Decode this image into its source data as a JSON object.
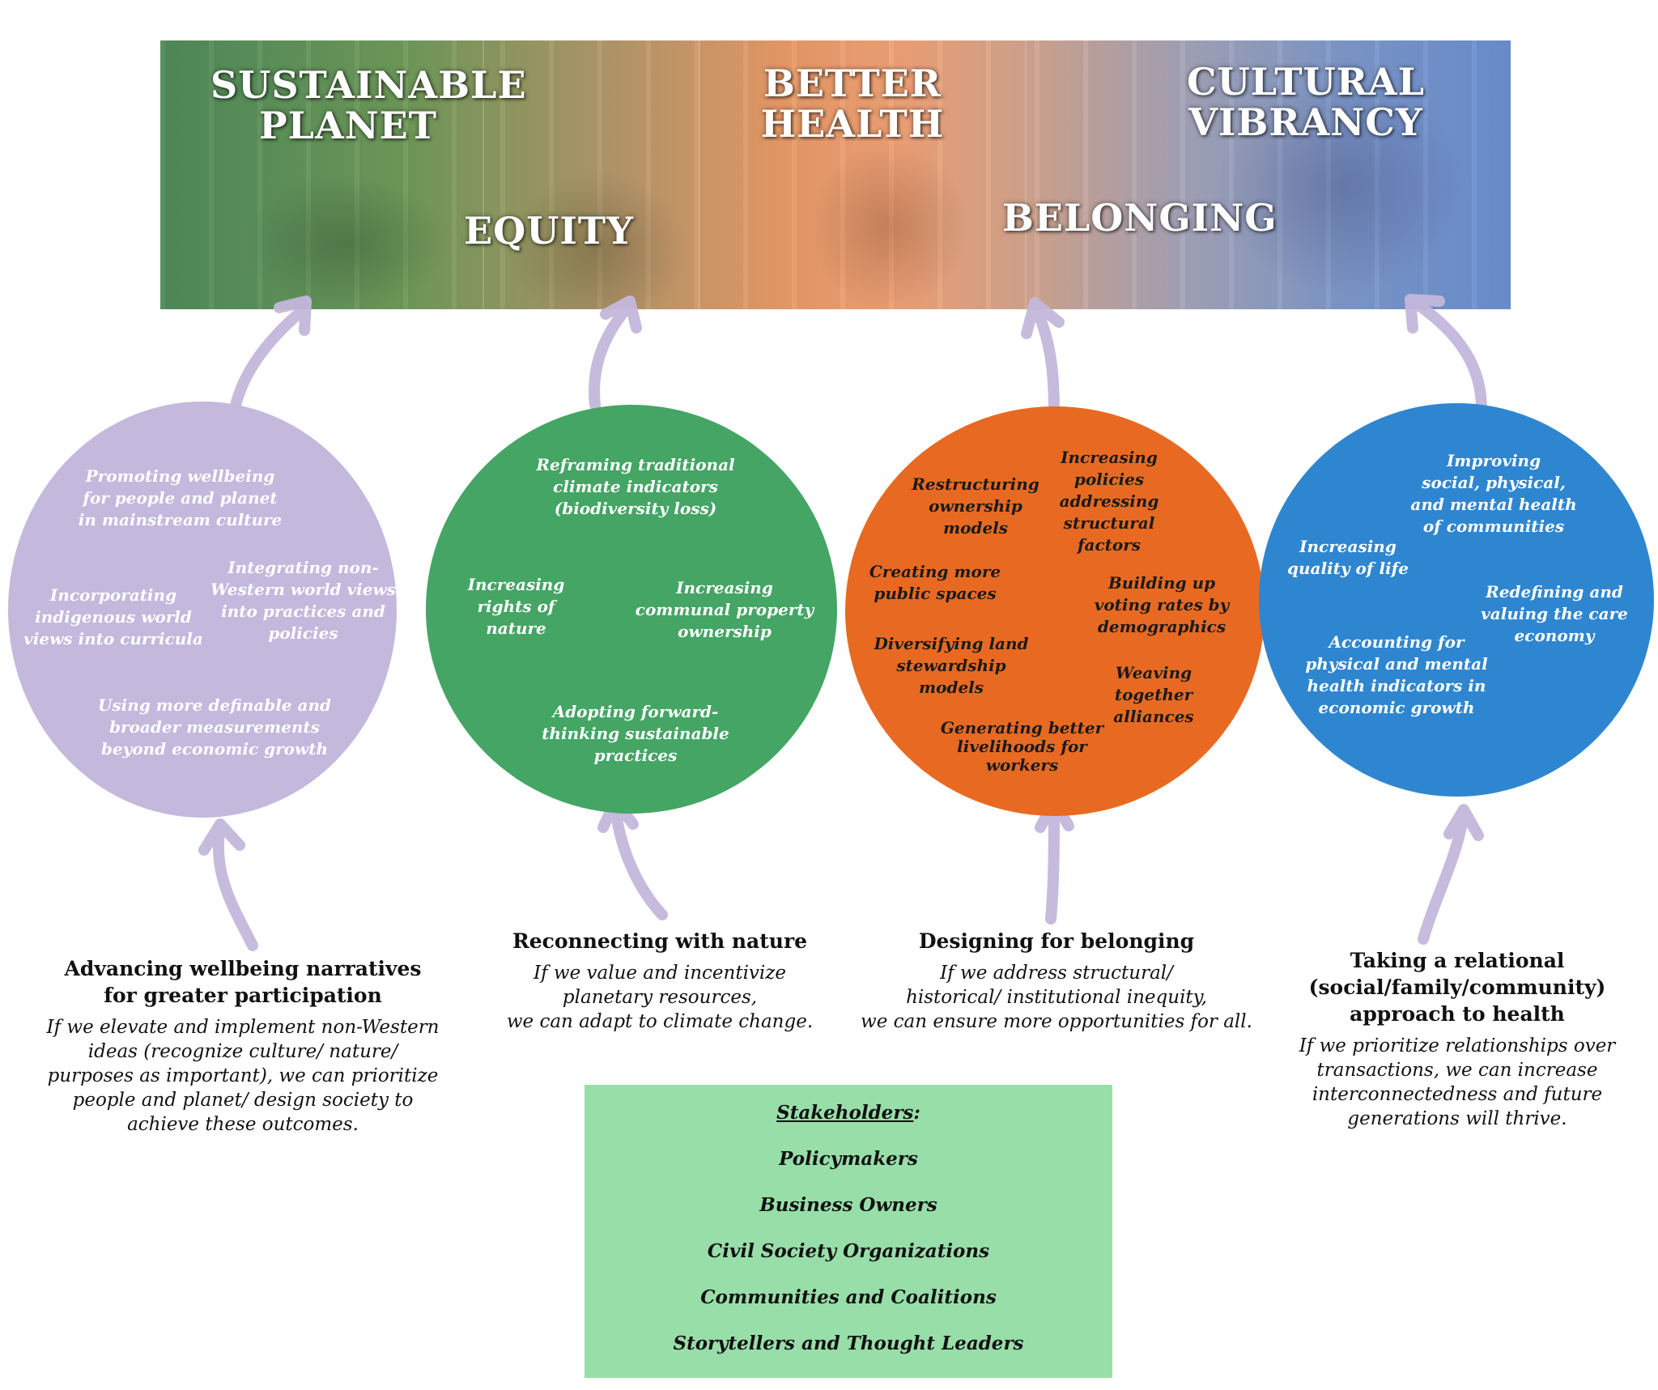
{
  "banner": {
    "words": [
      {
        "id": "sustainable-planet",
        "text": "SUSTAINABLE\nPLANET"
      },
      {
        "id": "better-health",
        "text": "BETTER\nHEALTH"
      },
      {
        "id": "cultural-vibrancy",
        "text": "CULTURAL\nVIBRANCY"
      },
      {
        "id": "equity",
        "text": "EQUITY"
      },
      {
        "id": "belonging",
        "text": "BELONGING"
      }
    ]
  },
  "circles": [
    {
      "color": "#c4b8dc",
      "items": [
        "Promoting wellbeing\nfor people and planet\nin mainstream culture",
        "Incorporating\nindigenous world\nviews into curricula",
        "Integrating non-\nWestern world views\ninto practices and\npolicies",
        "Using more definable and\nbroader measurements\nbeyond economic growth"
      ]
    },
    {
      "color": "#44a564",
      "items": [
        "Reframing traditional\nclimate indicators\n(biodiversity loss)",
        "Increasing\nrights of\nnature",
        "Increasing\ncommunal property\nownership",
        "Adopting forward-\nthinking sustainable\npractices"
      ]
    },
    {
      "color": "#e86a22",
      "items": [
        "Restructuring\nownership\nmodels",
        "Increasing\npolicies\naddressing\nstructural\nfactors",
        "Creating more\npublic spaces",
        "Building up\nvoting rates by\ndemographics",
        "Diversifying land\nstewardship\nmodels",
        "Weaving\ntogether\nalliances",
        "Generating better\nlivelihoods for\nworkers"
      ]
    },
    {
      "color": "#2f86d0",
      "items": [
        "Improving\nsocial, physical,\nand mental health\nof communities",
        "Increasing\nquality of life",
        "Redefining and\nvaluing the care\neconomy",
        "Accounting for\nphysical and mental\nhealth indicators in\neconomic growth"
      ]
    }
  ],
  "captions": [
    {
      "title": "Advancing wellbeing narratives\nfor greater participation",
      "text": "If we elevate and implement non-Western\nideas (recognize culture/ nature/\npurposes as important), we can prioritize\npeople and planet/ design society to\nachieve these outcomes."
    },
    {
      "title": "Reconnecting with nature",
      "text": "If we value and incentivize\nplanetary resources,\nwe can adapt to climate change."
    },
    {
      "title": "Designing for belonging",
      "text": "If we address structural/\nhistorical/ institutional inequity,\nwe can ensure more opportunities for all."
    },
    {
      "title": "Taking a relational\n(social/family/community)\napproach to health",
      "text": "If we prioritize relationships over\ntransactions, we can increase\ninterconnectedness and future\ngenerations will thrive."
    }
  ],
  "stakeholders": {
    "heading": "Stakeholders",
    "heading_suffix": ":",
    "items": [
      "Policymakers",
      "Business Owners",
      "Civil Society Organizations",
      "Communities and Coalitions",
      "Storytellers and Thought Leaders"
    ]
  },
  "colors": {
    "arrow": "#c4b8dc",
    "stakeholders_box": "#98dea9"
  }
}
